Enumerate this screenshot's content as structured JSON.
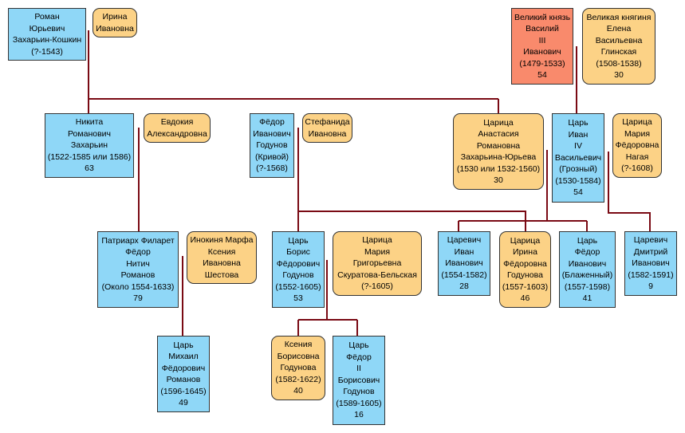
{
  "colors": {
    "male": "#8fd7f7",
    "female": "#fcd286",
    "grand_prince": "#f98a6c",
    "connector": "#7a0a14"
  },
  "persons": {
    "roman": [
      "Роман",
      "Юрьевич",
      "Захарьин-Кошкин",
      "(?-1543)"
    ],
    "irina_iv": [
      "Ирина",
      "Ивановна"
    ],
    "vasily3": [
      "Великий князь",
      "Василий",
      "III",
      "Иванович",
      "(1479-1533)",
      "54"
    ],
    "elena": [
      "Великая княгиня",
      "Елена",
      "Васильевна",
      "Глинская",
      "(1508-1538)",
      "30"
    ],
    "nikita": [
      "Никита",
      "Романович",
      "Захарьин",
      "(1522-1585 или 1586)",
      "63"
    ],
    "evdokia": [
      "Евдокия",
      "Александровна"
    ],
    "fedor_krivoy": [
      "Фёдор",
      "Иванович",
      "Годунов",
      "(Кривой)",
      "(?-1568)"
    ],
    "stefanida": [
      "Стефанида",
      "Ивановна"
    ],
    "anastasia": [
      "Царица",
      "Анастасия",
      "Романовна",
      "Захарьина-Юрьева",
      "(1530 или 1532-1560)",
      "30"
    ],
    "ivan4": [
      "Царь",
      "Иван",
      "IV",
      "Васильевич",
      "(Грозный)",
      "(1530-1584)",
      "54"
    ],
    "maria_nagaya": [
      "Царица",
      "Мария",
      "Фёдоровна",
      "Нагая",
      "(?-1608)"
    ],
    "filaret": [
      "Патриарх Филарет",
      "Фёдор",
      "Нитич",
      "Романов",
      "(Около 1554-1633)",
      "79"
    ],
    "marfa": [
      "Инокиня Марфа",
      "Ксения",
      "Ивановна",
      "Шестова"
    ],
    "boris": [
      "Царь",
      "Борис",
      "Фёдорович",
      "Годунов",
      "(1552-1605)",
      "53"
    ],
    "maria_skur": [
      "Царица",
      "Мария",
      "Григорьевна",
      "Скуратова-Бельская",
      "(?-1605)"
    ],
    "ivan_tsarevich": [
      "Царевич",
      "Иван",
      "Иванович",
      "(1554-1582)",
      "28"
    ],
    "irina_godunova": [
      "Царица",
      "Ирина",
      "Фёдоровна",
      "Годунова",
      "(1557-1603)",
      "46"
    ],
    "fedor1": [
      "Царь",
      "Фёдор",
      "Иванович",
      "(Блаженный)",
      "(1557-1598)",
      "41"
    ],
    "dmitry": [
      "Царевич",
      "Дмитрий",
      "Иванович",
      "(1582-1591)",
      "9"
    ],
    "mikhail": [
      "Царь",
      "Михаил",
      "Фёдорович",
      "Романов",
      "(1596-1645)",
      "49"
    ],
    "ksenia": [
      "Ксения",
      "Борисовна",
      "Годунова",
      "(1582-1622)",
      "40"
    ],
    "fedor2": [
      "Царь",
      "Фёдор",
      "II",
      "Борисович",
      "Годунов",
      "(1589-1605)",
      "16"
    ]
  }
}
